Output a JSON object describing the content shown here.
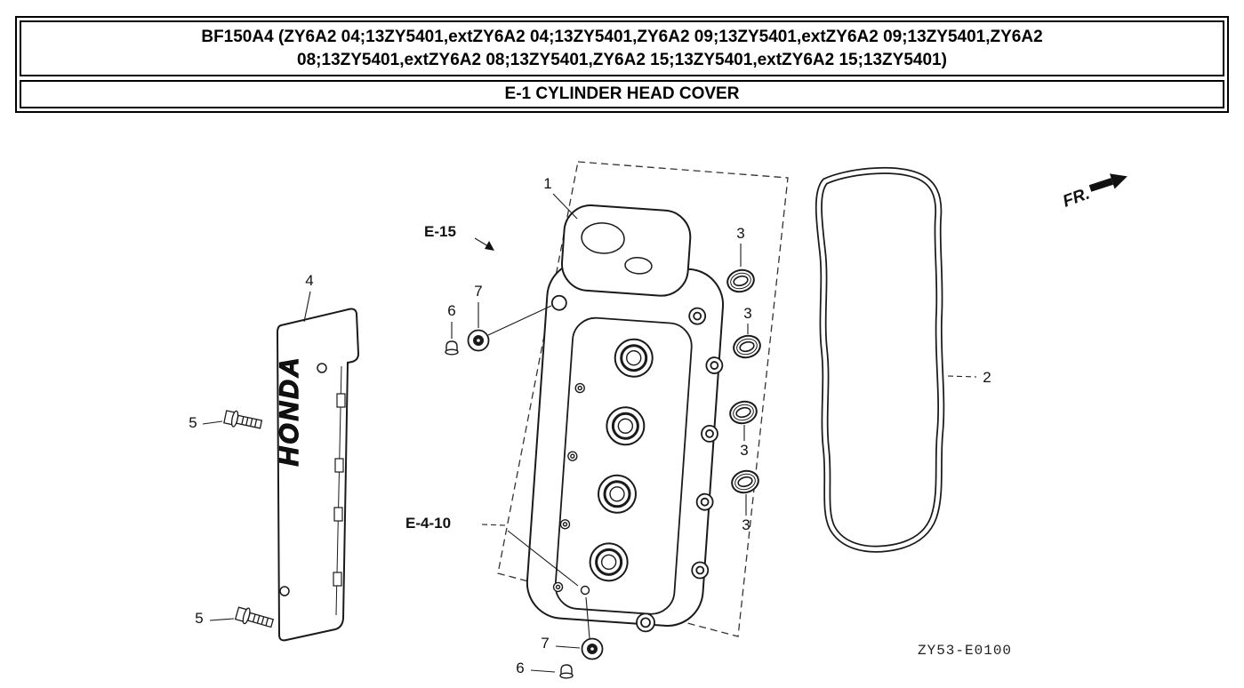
{
  "header": {
    "model_title": "BF150A4 (ZY6A2 04;13ZY5401,extZY6A2 04;13ZY5401,ZY6A2 09;13ZY5401,extZY6A2 09;13ZY5401,ZY6A2 08;13ZY5401,extZY6A2 08;13ZY5401,ZY6A2 15;13ZY5401,extZY6A2 15;13ZY5401)",
    "section_title": "E-1 CYLINDER HEAD COVER"
  },
  "diagram": {
    "drawing_code": "ZY53-E0100",
    "front_marker": "FR.",
    "brand_text": "HONDA",
    "reference_labels": {
      "e15": "E-15",
      "e4_10": "E-4-10"
    },
    "part_numbers": {
      "p1": "1",
      "p2": "2",
      "p3": "3",
      "p4": "4",
      "p5": "5",
      "p6": "6",
      "p7": "7"
    }
  }
}
